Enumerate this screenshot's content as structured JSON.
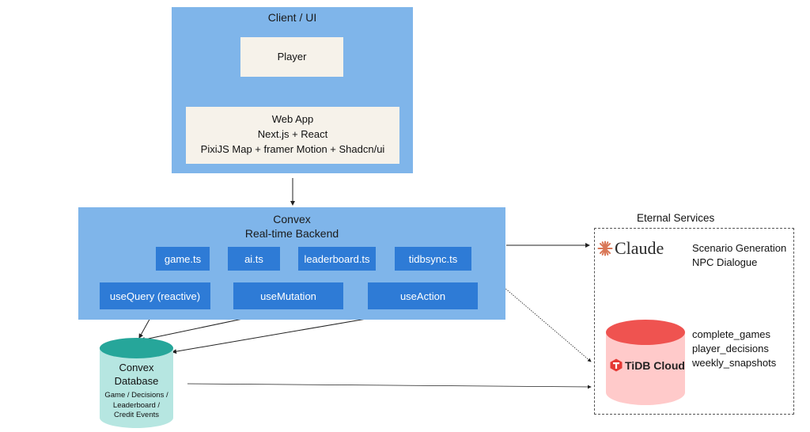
{
  "client": {
    "title": "Client / UI",
    "player": "Player",
    "webapp": {
      "line1": "Web App",
      "line2": "Next.js + React",
      "line3": "PixiJS Map + framer Motion + Shadcn/ui"
    }
  },
  "backend": {
    "title_line1": "Convex",
    "title_line2": "Real-time Backend",
    "modules": [
      "game.ts",
      "ai.ts",
      "leaderboard.ts",
      "tidbsync.ts"
    ],
    "hooks": [
      "useQuery (reactive)",
      "useMutation",
      "useAction"
    ]
  },
  "database": {
    "line1": "Convex",
    "line2": "Database",
    "contents_line1": "Game / Decisions /",
    "contents_line2": "Leaderboard /",
    "contents_line3": "Credit Events"
  },
  "external": {
    "title": "Eternal Services",
    "claude": {
      "logo": "Claude",
      "roles": [
        "Scenario Generation",
        "NPC Dialogue"
      ]
    },
    "tidb": {
      "logo": "TiDB Cloud",
      "tables": [
        "complete_games",
        "player_decisions",
        "weekly_snapshots"
      ]
    }
  },
  "colors": {
    "panel": "#7fb5ea",
    "chip": "#2e7bd6",
    "cream": "#f6f2ea",
    "db_top": "#26a69a",
    "db_body": "#b6e6e1",
    "tidb_top": "#ef5350",
    "tidb_body": "#ffcaca",
    "claude_orange": "#d97757"
  }
}
